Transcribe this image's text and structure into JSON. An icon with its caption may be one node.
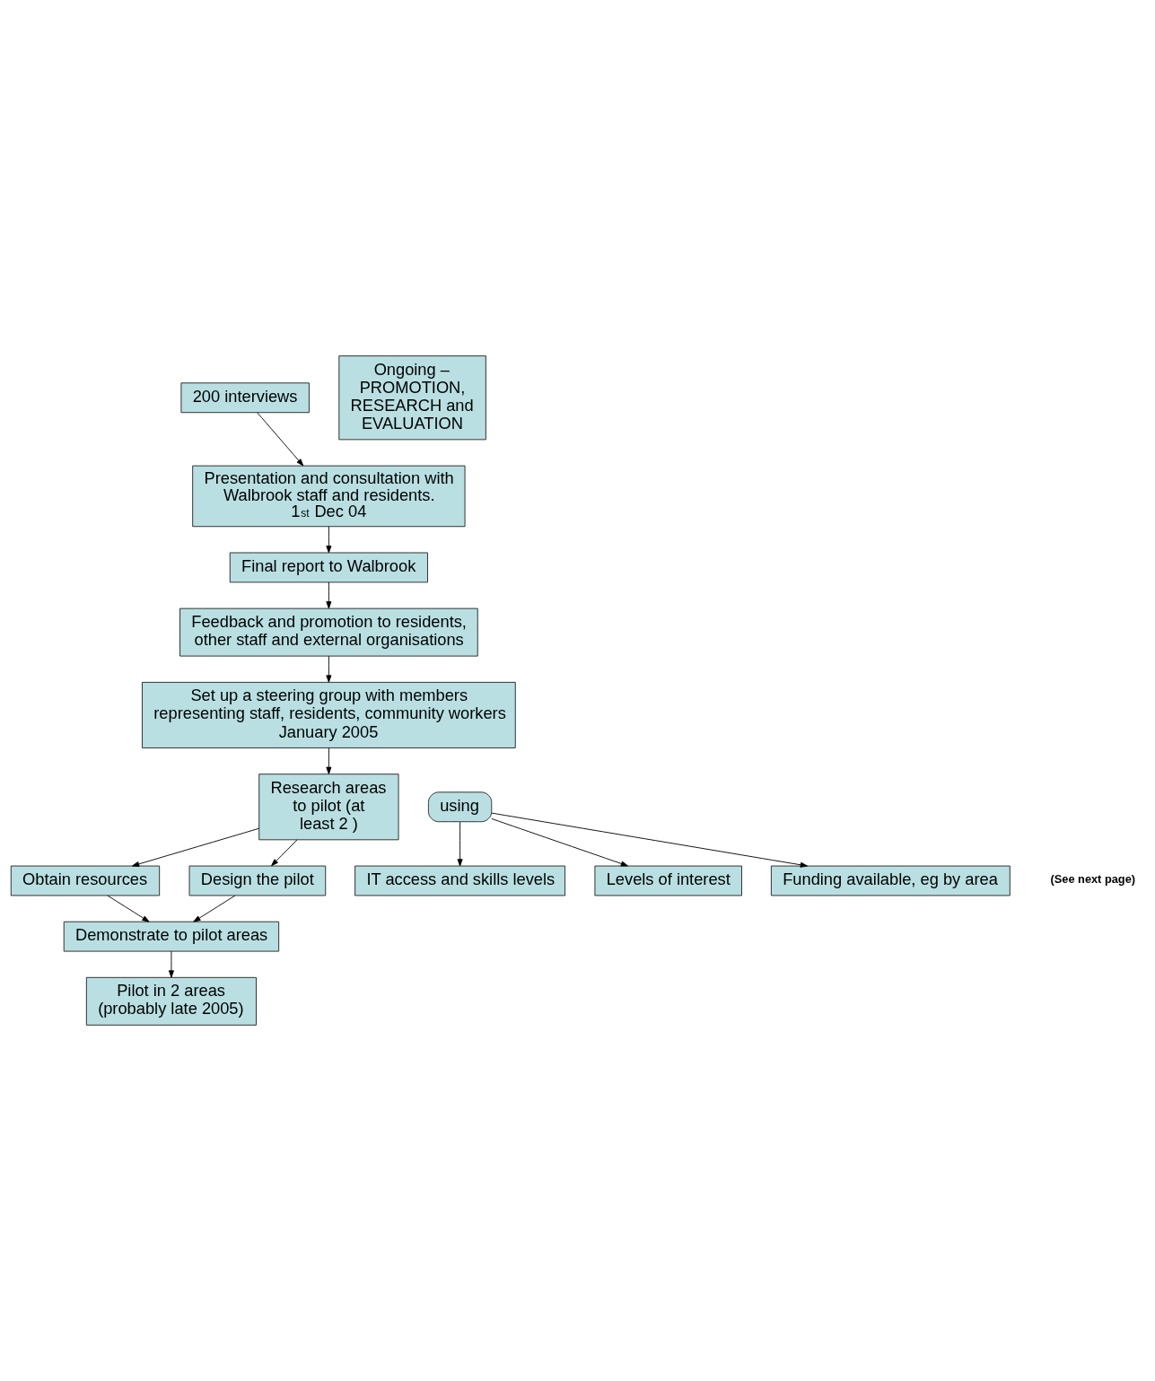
{
  "diagram": {
    "nodes": [
      {
        "text": [
          "200 interviews"
        ]
      },
      {
        "text": [
          "Presentation and consultation with Walbrook staff and residents.",
          "1$^{st}$ Dec 04"
        ]
      },
      {
        "text": [
          "Final report to Walbrook"
        ]
      },
      {
        "text": [
          "Feedback and promotion to residents, other staff and external organisations"
        ]
      },
      {
        "text": [
          "Set up a steering group with members representing staff, residents, community workers",
          "January 2005"
        ]
      },
      {
        "text": [
          "Research areas to pilot (at least 2 )"
        ]
      },
      {
        "text": [
          "using"
        ]
      },
      {
        "text": [
          "IT access and skills levels"
        ]
      },
      {
        "text": [
          "Levels of interest"
        ]
      },
      {
        "text": [
          "Funding available, eg by area"
        ]
      },
      {
        "text": [
          "Obtain resources"
        ]
      },
      {
        "text": [
          "Design the pilot"
        ]
      },
      {
        "text": [
          "Demonstrate to pilot areas"
        ]
      },
      {
        "text": [
          "Pilot in 2 areas (probably late 2005)"
        ]
      },
      {
        "text": [
          "Ongoing – PROMOTION, RESEARCH and EVALUATION"
        ]
      }
    ],
    "edges": [
      {
        "from": 0,
        "to": 1,
        "arrow": "to"
      },
      {
        "from": 1,
        "to": 2,
        "arrow": "to"
      },
      {
        "from": 2,
        "to": 3,
        "arrow": "to"
      },
      {
        "from": 3,
        "to": 4,
        "arrow": "to"
      },
      {
        "from": 4,
        "to": 5,
        "arrow": "to"
      },
      {
        "from": 6,
        "to": 7,
        "arrow": "to"
      },
      {
        "from": 6,
        "to": 8,
        "arrow": "to"
      },
      {
        "from": 6,
        "to": 9,
        "arrow": "to"
      },
      {
        "from": 5,
        "to": 10,
        "arrow": "to"
      },
      {
        "from": 5,
        "to": 11,
        "arrow": "to"
      },
      {
        "from": 10,
        "to": 12,
        "arrow": "to"
      },
      {
        "from": 11,
        "to": 12,
        "arrow": "to"
      },
      {
        "from": 12,
        "to": 13,
        "arrow": "to"
      }
    ],
    "labels": [
      "(See next page)"
    ]
  }
}
